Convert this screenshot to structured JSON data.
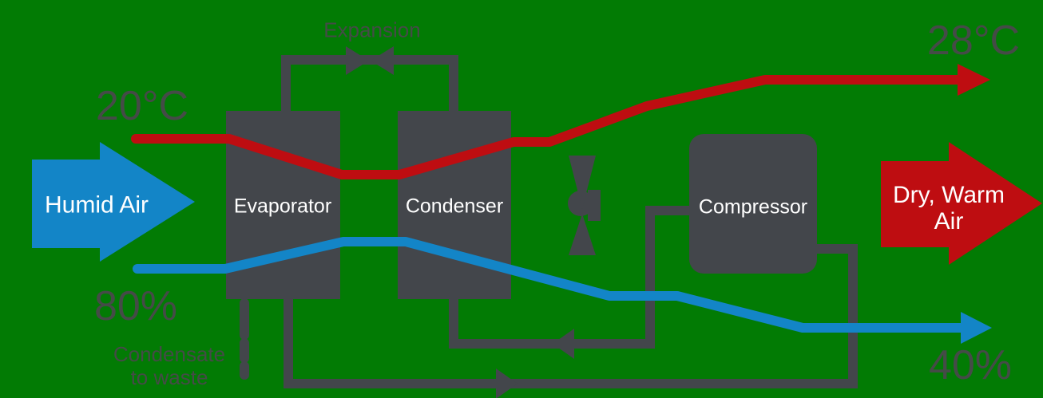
{
  "labels": {
    "inlet_temp": "20°C",
    "inlet_humidity": "80%",
    "outlet_temp": "28°C",
    "outlet_humidity": "40%",
    "humid_air": "Humid Air",
    "dry_warm_line1": "Dry, Warm",
    "dry_warm_line2": "Air",
    "evaporator": "Evaporator",
    "condenser": "Condenser",
    "compressor": "Compressor",
    "expansion": "Expansion",
    "condensate_line1": "Condensate",
    "condensate_line2": "to waste"
  },
  "colors": {
    "bg": "#027B04",
    "pipe": "#43464B",
    "label": "#454B47",
    "hot": "#BE0D11",
    "cold": "#1385C7",
    "box_text": "#FFFFFF"
  }
}
